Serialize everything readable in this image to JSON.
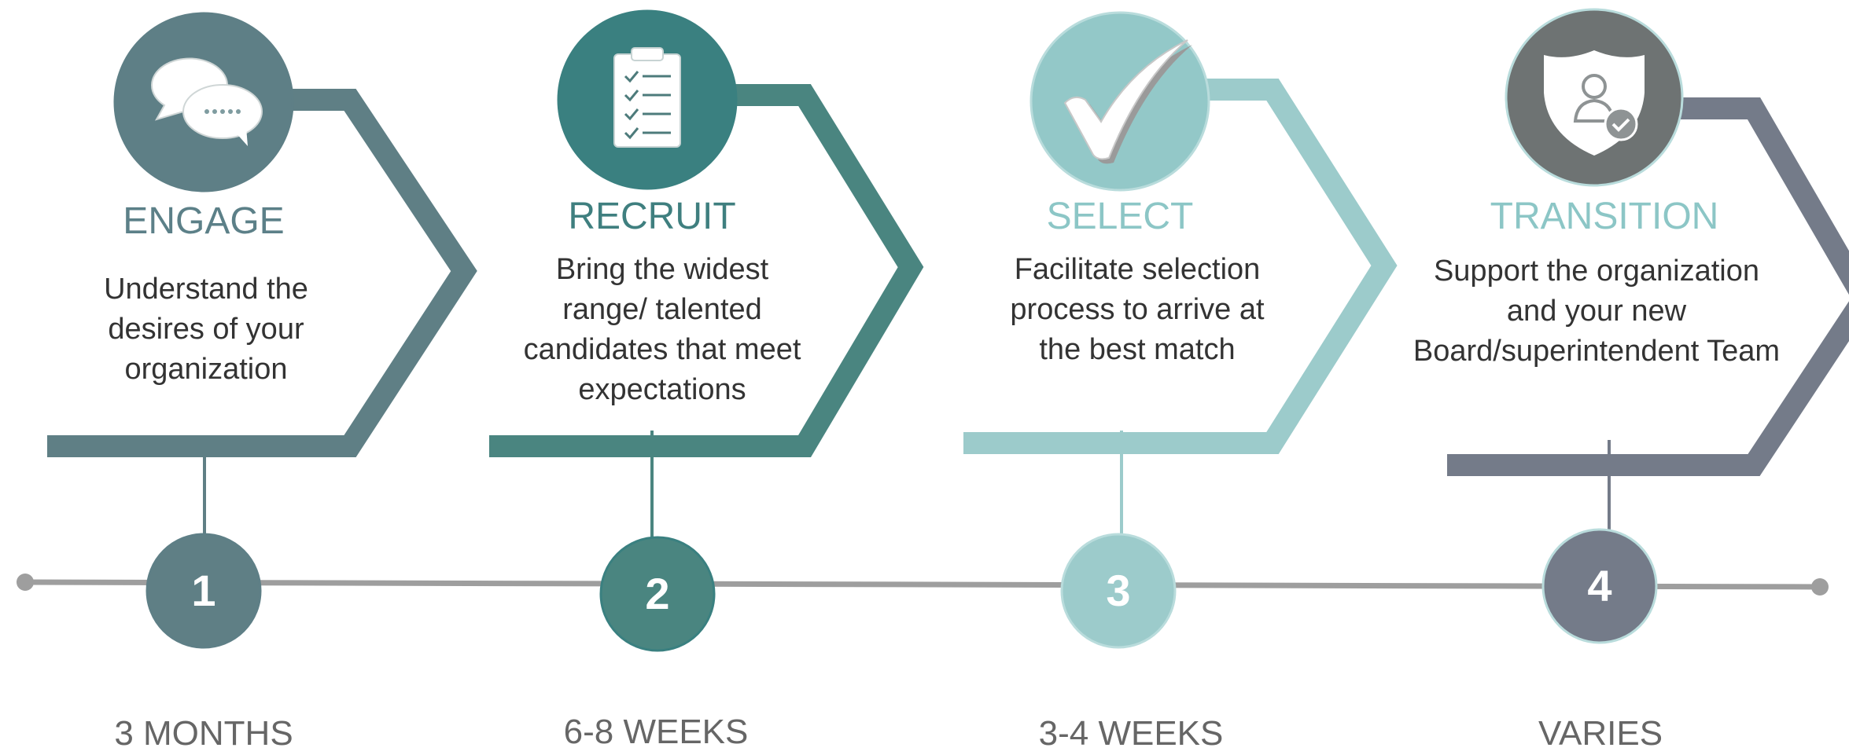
{
  "stages": [
    {
      "number": "1",
      "title": "ENGAGE",
      "description": [
        "Understand the",
        "desires of your",
        "organization"
      ],
      "duration": "3 MONTHS",
      "icon": "chat-bubbles-icon",
      "color": "#5f7f85",
      "title_color": "#5c8088",
      "circle_color": "#5e7f86",
      "circle_stroke": "#5e7f86"
    },
    {
      "number": "2",
      "title": "RECRUIT",
      "description": [
        "Bring the widest",
        "range/ talented",
        "candidates that meet",
        "expectations"
      ],
      "duration": "6-8 WEEKS",
      "icon": "clipboard-checklist-icon",
      "color": "#4a8580",
      "title_color": "#3f7f7f",
      "circle_color": "#3a8080",
      "circle_stroke": "#3a8080"
    },
    {
      "number": "3",
      "title": "SELECT",
      "description": [
        "Facilitate selection",
        "process to arrive at",
        "the best match"
      ],
      "duration": "3-4 WEEKS",
      "icon": "checkmark-icon",
      "color": "#9ccbcb",
      "title_color": "#8cc6c6",
      "circle_color": "#93c8c8",
      "circle_stroke": "#b9dcdc"
    },
    {
      "number": "4",
      "title": "TRANSITION",
      "description": [
        "Support the organization",
        "and your new",
        "Board/superintendent Team"
      ],
      "duration": "VARIES",
      "icon": "shield-person-icon",
      "color": "#747b89",
      "title_color": "#8cc6c6",
      "circle_color": "#6e7373",
      "circle_stroke": "#b9dcdc"
    }
  ],
  "timeline": {
    "line_color": "#9e9e9e",
    "dot_color": "#9e9e9e"
  }
}
